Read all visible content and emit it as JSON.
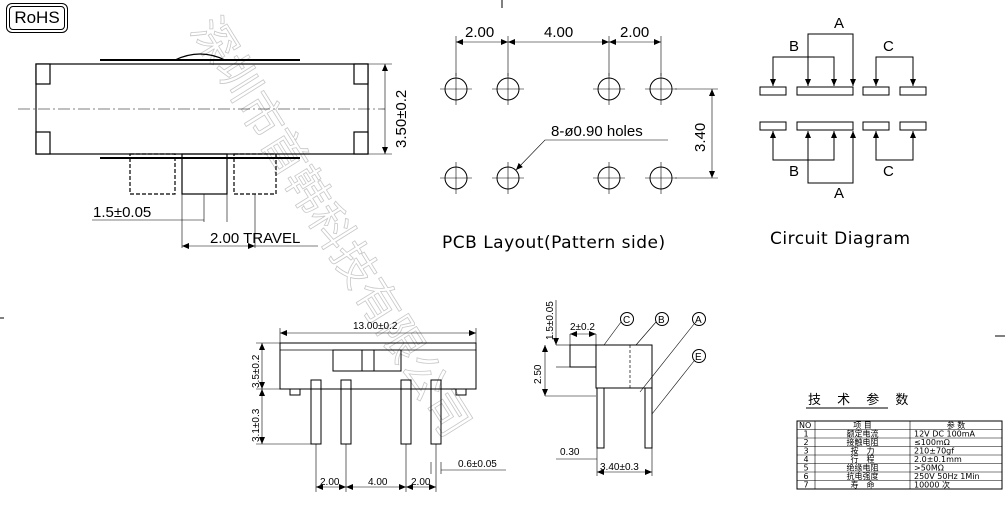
{
  "badge": {
    "rohs": "RoHS"
  },
  "side_view": {
    "dim_height": "3.50±0.2",
    "dim_offset": "1.5±0.05",
    "dim_travel": "2.00 TRAVEL"
  },
  "pcb_layout": {
    "pitch_left": "2.00",
    "pitch_mid": "4.00",
    "pitch_right": "2.00",
    "row_spacing": "3.40",
    "holes_note": "8-ø0.90 holes",
    "caption": "PCB Layout(Pattern side)"
  },
  "circuit": {
    "label_a_top": "A",
    "label_b_top": "B",
    "label_c_top": "C",
    "label_a_bottom": "A",
    "label_b_bottom": "B",
    "label_c_bottom": "C",
    "caption": "Circuit Diagram"
  },
  "front_view": {
    "dim_length": "13.00±0.2",
    "dim_body_height": "3.5±0.2",
    "dim_pin_length": "3.1±0.3",
    "dim_pin_thick": "0.6±0.05",
    "dim_pitch_left": "2.00",
    "dim_pitch_mid": "4.00",
    "dim_pitch_right": "2.00"
  },
  "end_view": {
    "dim_knob_height": "1.5±0.05",
    "dim_knob_width": "2±0.2",
    "dim_body": "2.50",
    "dim_pin_offset": "0.30",
    "dim_width": "3.40±0.3",
    "callout_c": "C",
    "callout_b": "B",
    "callout_a": "A",
    "callout_e": "E"
  },
  "spec_table": {
    "title": "技 术 参 数",
    "headers": [
      "NO",
      "项 目",
      "参 数"
    ],
    "rows": [
      [
        "1",
        "额定电流",
        "12V DC 100mA"
      ],
      [
        "2",
        "接触电阻",
        "≤100mΩ"
      ],
      [
        "3",
        "按　力",
        "210±70gf"
      ],
      [
        "4",
        "行　程",
        "2.0±0.1mm"
      ],
      [
        "5",
        "绝缘电阻",
        ">50MΩ"
      ],
      [
        "6",
        "抗电强度",
        "250V 50Hz 1Min"
      ],
      [
        "7",
        "寿　命",
        "10000 次"
      ]
    ]
  },
  "watermark": {
    "text": "深圳市首韩科技有限公司"
  }
}
